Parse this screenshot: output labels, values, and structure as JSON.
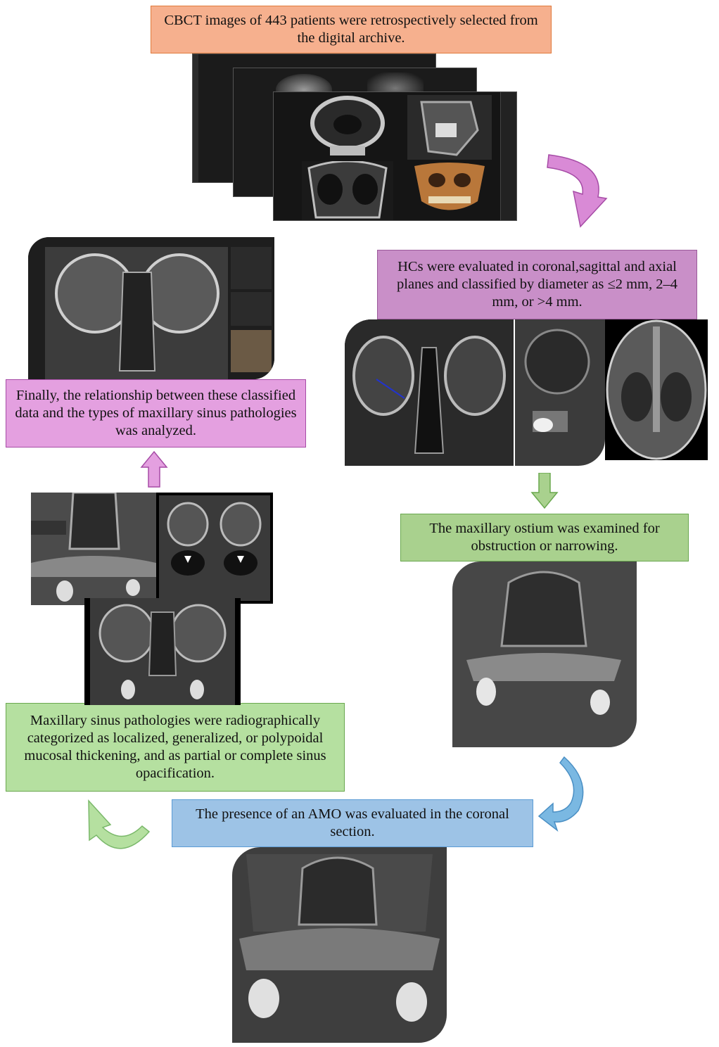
{
  "steps": {
    "step1": "CBCT images of 443 patients were retrospectively selected from the digital archive.",
    "step2": "HCs were evaluated in coronal,sagittal and axial planes and classified by diameter as ≤2 mm, 2–4 mm, or >4 mm.",
    "step3": "The maxillary ostium was examined for obstruction or narrowing.",
    "step4": "The presence of an AMO was evaluated in the coronal section.",
    "step5": "Maxillary sinus pathologies were radiographically categorized as localized, generalized, or polypoidal mucosal thickening, and as partial or complete sinus opacification.",
    "step6": "Finally, the relationship between these classified data and the types of maxillary sinus pathologies was analyzed."
  },
  "colors": {
    "step1_fill": "#f4b183",
    "step1_border": "#e07a3c",
    "step2_fill": "#c98fc8",
    "step2_border": "#9b5a9a",
    "step3_fill": "#a9d18e",
    "step3_border": "#6aa84f",
    "step4_fill": "#9dc3e6",
    "step4_border": "#5b9bd5",
    "step5_fill": "#b5e0a0",
    "step5_border": "#6aa84f",
    "step6_fill": "#e4a0e0",
    "step6_border": "#a64ca6"
  }
}
